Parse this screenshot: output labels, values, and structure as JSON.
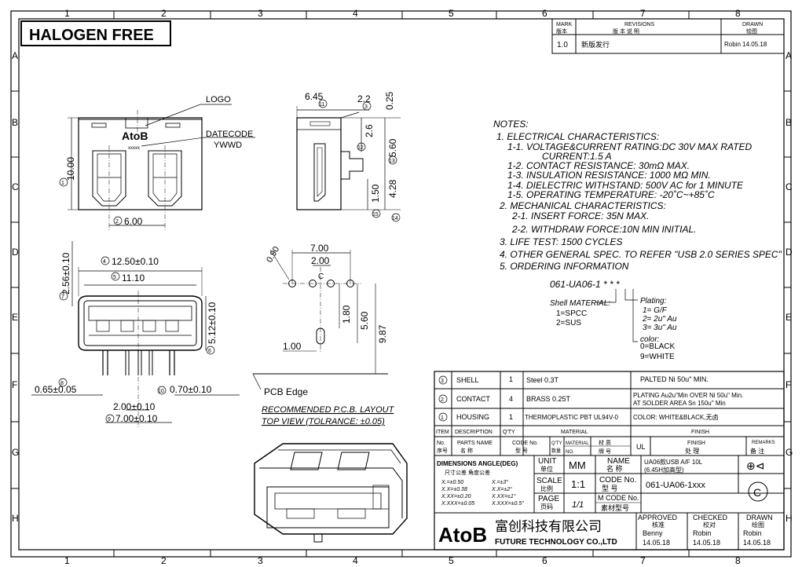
{
  "banner": {
    "title": "HALOGEN FREE"
  },
  "border": {
    "cols": [
      "1",
      "2",
      "3",
      "4",
      "5",
      "6",
      "7",
      "8"
    ],
    "rows": [
      "A",
      "B",
      "C",
      "D",
      "E",
      "F",
      "G",
      "H"
    ]
  },
  "revisions": {
    "mark_en": "MARK",
    "mark_cn": "版本",
    "rev_en": "REVISIONS",
    "rev_cn": "版 本 说 明",
    "drawn_en": "DRAWN",
    "drawn_cn": "绘图",
    "rev_no": "1.0",
    "rev_desc": "新版发行",
    "rev_drawn": "Robin 14.05.18"
  },
  "top_view": {
    "logo": "LOGO",
    "datecode": "DATECODE",
    "yywd": "YWWD",
    "brand": "AtoB",
    "xxxxx": "xxxxx",
    "dim_height": "10.00",
    "dim_width": "6.00",
    "b1": "1",
    "b2": "2"
  },
  "side_view": {
    "d_645": "6.45",
    "d_22": "2.2",
    "d_025": "0.25",
    "d_26": "2.6",
    "d_560": "5.60",
    "d_150": "1.50",
    "d_428": "4.28",
    "b11": "11",
    "b12": "12",
    "b13": "13",
    "b14": "14",
    "b15": "15",
    "b3": "3"
  },
  "front_view": {
    "d_256": "2.56±0.10",
    "d_1250": "12.50±0.10",
    "d_1110": "11.10",
    "d_512": "5.12±0.10",
    "d_065": "0.65±0.05",
    "d_070": "0.70±0.10",
    "d_200": "2.00±0.10",
    "d_700": "7.00±0.10",
    "b4": "4",
    "b5": "5",
    "b7": "7",
    "b6": "6",
    "b8": "8",
    "b10": "10",
    "b9": "9"
  },
  "pcb_layout": {
    "d_090": "0.90",
    "d_700": "7.00",
    "d_200": "2.00",
    "d_180": "1.80",
    "d_560": "5.60",
    "d_987": "9.87",
    "d_100": "1.00",
    "center": "C",
    "edge": "PCB Edge",
    "title": "RECOMMENDED P.C.B. LAYOUT",
    "subtitle": "TOP VIEW (TOLRANCE: ±0.05)"
  },
  "notes": {
    "header": "NOTES:",
    "lines": [
      "1. ELECTRICAL CHARACTERISTICS:",
      "1-1. VOLTAGE&CURRENT RATING:DC 30V MAX RATED",
      "CURRENT:1.5 A",
      "1-2. CONTACT RESISTANCE: 30mΩ MAX.",
      "1-3. INSULATION RESISTANCE: 1000 MΩ MIN.",
      "1-4. DIELECTRIC WITHSTAND: 500V AC for 1 MINUTE",
      "1-5. OPERATING TEMPERATURE: -20˚C~+85˚C",
      "2. MECHANICAL CHARACTERISTICS:",
      "2-1. INSERT FORCE: 35N MAX.",
      "2-2. WITHDRAW FORCE:10N MIN INITIAL.",
      "3. LIFE TEST: 1500 CYCLES",
      "4. OTHER GENERAL SPEC. TO REFER \"USB 2.0 SERIES SPEC\"",
      "5. ORDERING INFORMATION"
    ]
  },
  "ordering": {
    "code": "061-UA06-1 * * *",
    "shell_label": "Shell MATERIAL:",
    "shell_1": "1=SPCC",
    "shell_2": "2=SUS",
    "plating_label": "Plating:",
    "plating_1": "1= G/F",
    "plating_2": "2= 2u\" Au",
    "plating_3": "3= 3u\" Au",
    "color_label": "color:",
    "color_0": "0=BLACK",
    "color_9": "9=WHITE"
  },
  "bom": [
    {
      "item": "3",
      "desc": "SHELL",
      "qty": "1",
      "material": "Steel 0.3T",
      "finish": "PALTED Ni 50u\" MIN."
    },
    {
      "item": "2",
      "desc": "CONTACT",
      "qty": "4",
      "material": "BRASS 0.25T",
      "finish": "PLATING Au2u\"Min OVER Ni 50u\" Min.",
      "finish2": "AT SOLDER AREA Sn 150u\" Min"
    },
    {
      "item": "1",
      "desc": "HOUSING",
      "qty": "1",
      "material": "THERMOPLASTIC PBT UL94V-0",
      "finish": "COLOR: WHITE&BLACK,无卤"
    }
  ],
  "bom_header": {
    "item": "ITEM",
    "desc": "DESCRIPTION",
    "qty": "Q'TY",
    "material": "MATERIAL",
    "finish": "FINISH"
  },
  "bom_header_cn": {
    "no": "No.",
    "no_cn": "序号",
    "parts": "PARTS NAME",
    "parts_cn": "名   称",
    "code": "CODE No.",
    "code_cn": "型   号",
    "qty": "Q'TY",
    "qty_cn": "数量",
    "mat": "MATERIAL",
    "mat_no": "NO.",
    "mat_cn": "材   质",
    "mat_cn2": "牌   号",
    "ul": "UL",
    "finish": "FINISH",
    "finish_cn": "处   理",
    "remarks": "REMARKS",
    "remarks_cn": "备   注"
  },
  "title_block": {
    "dim_title": "DIMENSIONS  ANGLE(DEG)",
    "dim_cn": "尺寸公差          角度公差",
    "tol": [
      "X.=±0.50",
      "X.X=±0.38",
      "X.XX=±0.20",
      "X.XXX=±0.05"
    ],
    "ang": [
      "X.=±3°",
      "X.X=±2°",
      "X.XX=±1°",
      "X.XXX=±0.5°"
    ],
    "unit_en": "UNIT",
    "unit_cn": "单位",
    "unit": "MM",
    "name_en": "NAME",
    "name_cn": "名 称",
    "name_val": "UA06款USB A/F 10L",
    "name_val2": "(6.45H加高型)",
    "scale_en": "SCALE",
    "scale_cn": "比例",
    "scale": "1:1",
    "code_en": "CODE No.",
    "code_cn": "型 号",
    "code": "061-UA06-1xxx",
    "page_en": "PAGE",
    "page_cn": "页码",
    "page": "1/1",
    "mcode_en": "M CODE No.",
    "mcode_cn": "素材型号",
    "company_logo": "AtoB",
    "company_cn": "富创科技有限公司",
    "company_en": "FUTURE TECHNOLOGY CO.,LTD",
    "approved_en": "APPROVED",
    "approved_cn": "核准",
    "approved_name": "Benny",
    "approved_date": "14.05.18",
    "checked_en": "CHECKED",
    "checked_cn": "校对",
    "checked_name": "Robin",
    "checked_date": "14.05.18",
    "drawn_en": "DRAWN",
    "drawn_cn": "绘图",
    "drawn_name": "Robin",
    "drawn_date": "14.05.18",
    "copyright": "C"
  }
}
